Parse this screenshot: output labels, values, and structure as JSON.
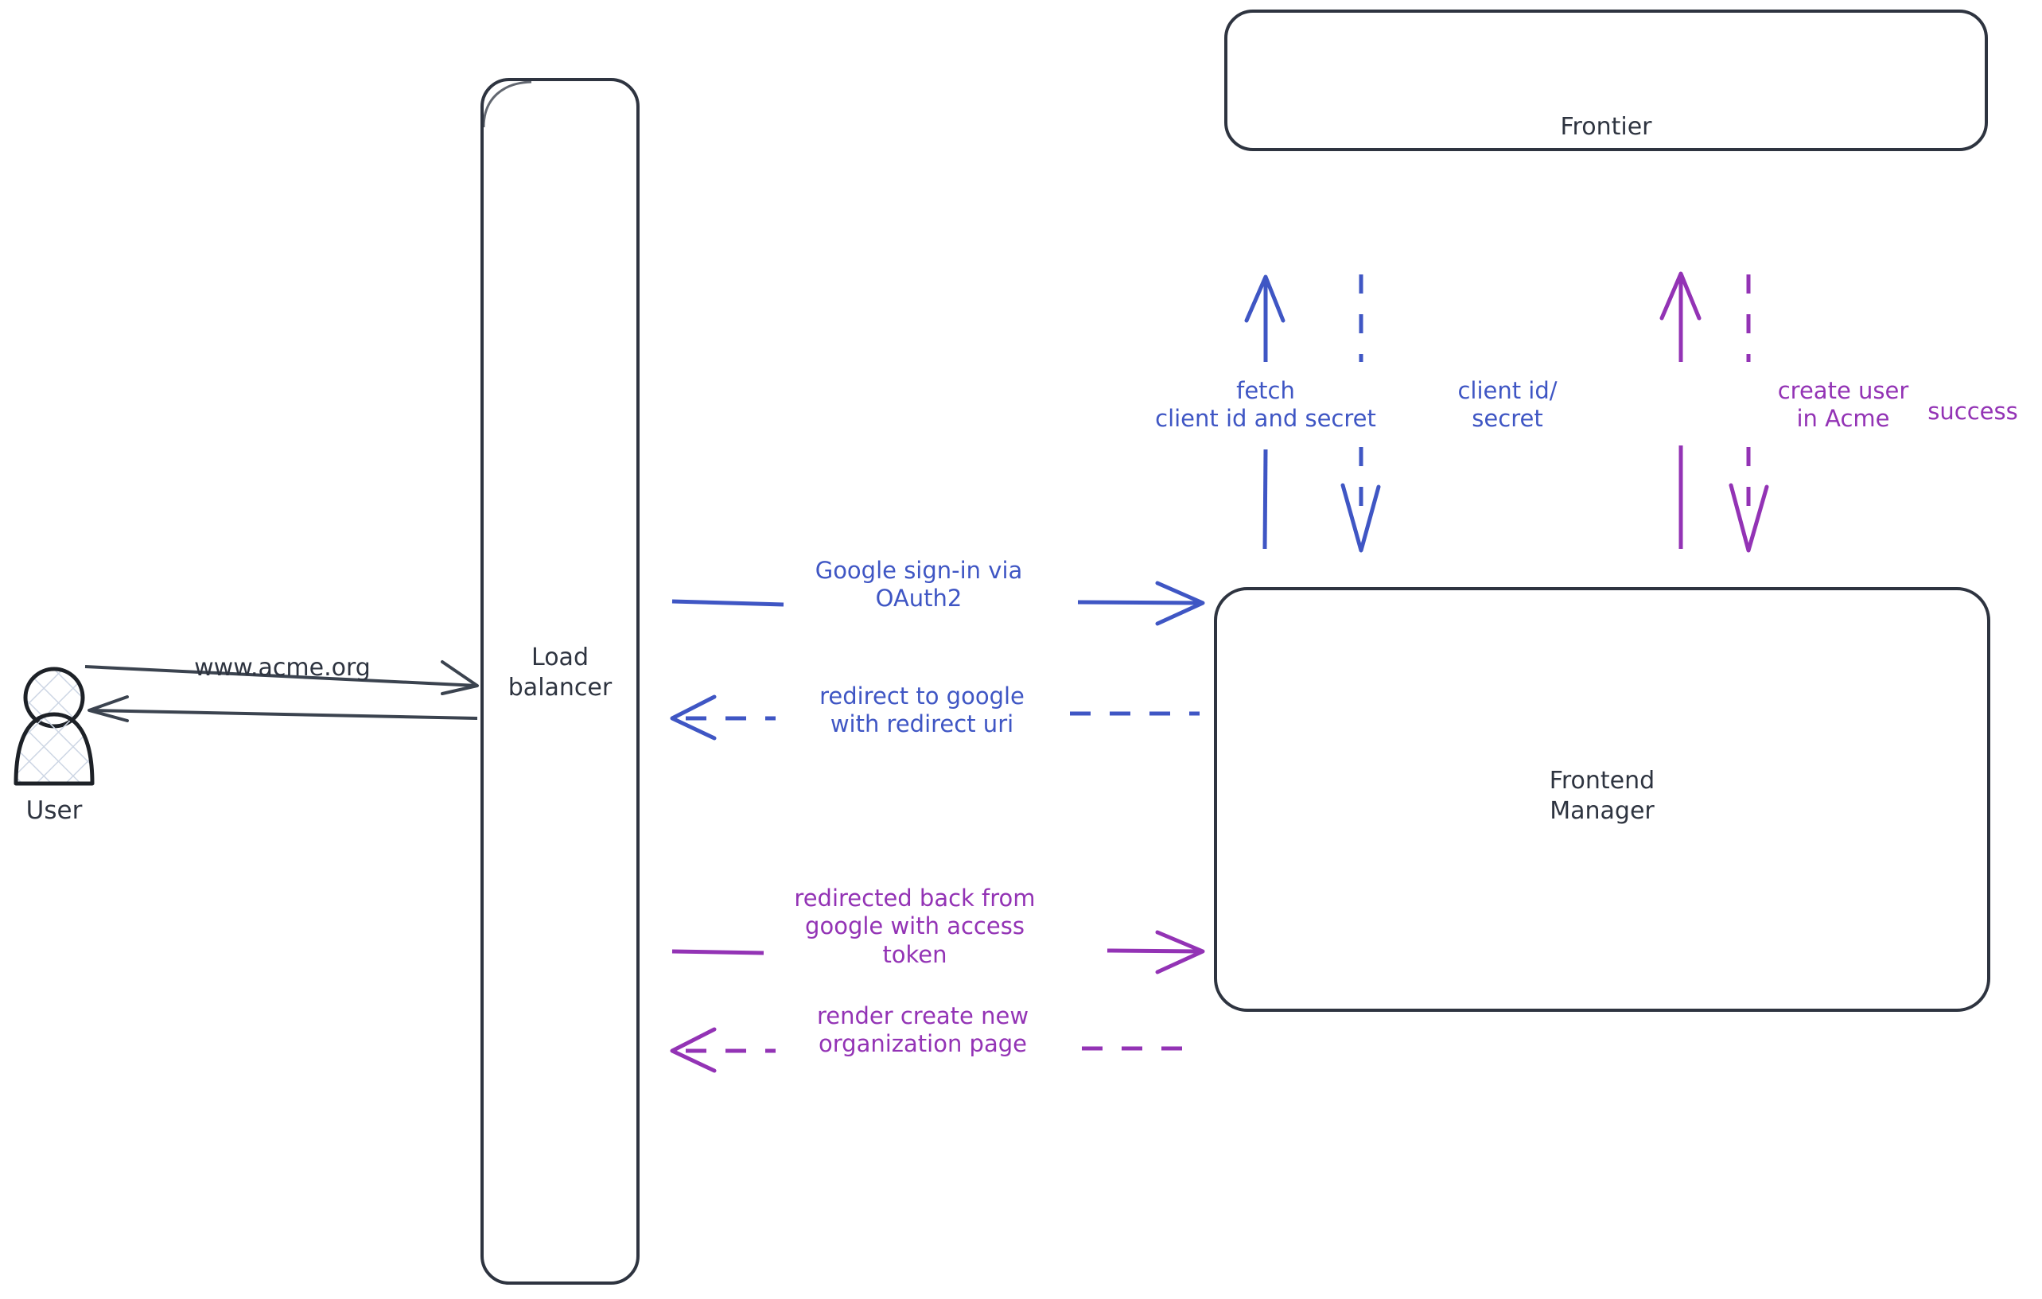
{
  "diagram": {
    "title": "Google OAuth2 sign-in sequence",
    "colors": {
      "stroke_dark": "#2e3440",
      "blue": "#3f56c4",
      "purple": "#9333b5",
      "background": "#ffffff"
    },
    "actors": [
      {
        "id": "user",
        "label": "User",
        "type": "person-actor"
      }
    ],
    "nodes": [
      {
        "id": "load-balancer",
        "label": "Load\nbalancer"
      },
      {
        "id": "frontier",
        "label": "Frontier"
      },
      {
        "id": "frontend-manager",
        "label": "Frontend\nManager"
      }
    ],
    "edges": [
      {
        "id": "user-to-lb",
        "label": "www.acme.org",
        "color": "#2e3440",
        "style": "solid",
        "direction": "right"
      },
      {
        "id": "lb-to-user",
        "label": "",
        "color": "#2e3440",
        "style": "solid",
        "direction": "left"
      },
      {
        "id": "lb-to-fm-signin",
        "label": "Google sign-in via\nOAuth2",
        "color": "#3f56c4",
        "style": "solid",
        "direction": "right"
      },
      {
        "id": "fm-to-lb-redirect",
        "label": "redirect to google\nwith redirect uri",
        "color": "#3f56c4",
        "style": "dashed",
        "direction": "left"
      },
      {
        "id": "lb-to-fm-token",
        "label": "redirected back from\ngoogle with access\ntoken",
        "color": "#9333b5",
        "style": "solid",
        "direction": "right"
      },
      {
        "id": "fm-to-lb-render",
        "label": "render create new\norganization page",
        "color": "#9333b5",
        "style": "dashed",
        "direction": "left"
      },
      {
        "id": "fm-to-frontier-fetch",
        "label": "fetch\nclient id and secret",
        "color": "#3f56c4",
        "style": "solid",
        "direction": "up"
      },
      {
        "id": "frontier-to-fm-creds",
        "label": "client id/\nsecret",
        "color": "#3f56c4",
        "style": "dashed",
        "direction": "down"
      },
      {
        "id": "fm-to-frontier-create",
        "label": "create user\nin Acme",
        "color": "#9333b5",
        "style": "solid",
        "direction": "up"
      },
      {
        "id": "frontier-to-fm-success",
        "label": "success",
        "color": "#9333b5",
        "style": "dashed",
        "direction": "down"
      }
    ]
  }
}
